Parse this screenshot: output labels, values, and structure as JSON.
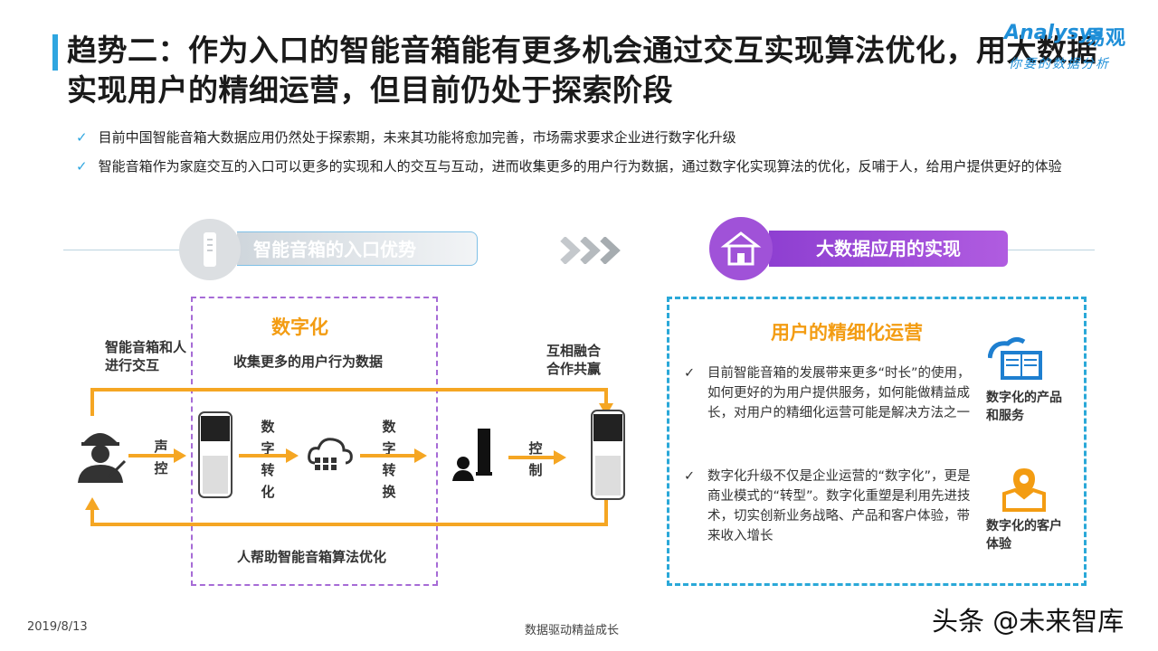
{
  "header": {
    "title": "趋势二：作为入口的智能音箱能有更多机会通过交互实现算法优化，用大数据实现用户的精细运营，但目前仍处于探索阶段",
    "logo_en": "Analysys",
    "logo_cn": "易观",
    "logo_tagline": "你要的数据分析"
  },
  "bullets": [
    "目前中国智能音箱大数据应用仍然处于探索期，未来其功能将愈加完善，市场需求要求企业进行数字化升级",
    "智能音箱作为家庭交互的入口可以更多的实现和人的交互与互动，进而收集更多的用户行为数据，通过数字化实现算法的优化，反哺于人，给用户提供更好的体验"
  ],
  "left_section": {
    "pill": "智能音箱的入口优势",
    "digital_title": "数字化",
    "collect_label": "收集更多的用户行为数据",
    "interact_label": "智能音箱和人进行交互",
    "merge_label": "互相融合合作共赢",
    "voice_label": "声控",
    "digital_convert_1": "数字转化",
    "digital_convert_2": "数字转换",
    "control_label": "控制",
    "bottom_label": "人帮助智能音箱算法优化"
  },
  "right_section": {
    "pill": "大数据应用的实现",
    "title": "用户的精细化运营",
    "items": [
      "目前智能音箱的发展带来更多“时长”的使用，如何更好的为用户提供服务，如何能做精益成长，对用户的精细化运营可能是解决方法之一",
      "数字化升级不仅是企业运营的“数字化”，更是商业模式的“转型”。数字化重塑是利用先进技术，切实创新业务战略、产品和客户体验，带来收入增长"
    ],
    "icon_label_1": "数字化的产品和服务",
    "icon_label_2": "数字化的客户体验"
  },
  "footer": {
    "date": "2019/8/13",
    "center": "数据驱动精益成长",
    "watermark": "头条 @未来智库"
  },
  "colors": {
    "accent_blue": "#2fa6e0",
    "purple": "#a052d8",
    "orange": "#f39c12"
  }
}
